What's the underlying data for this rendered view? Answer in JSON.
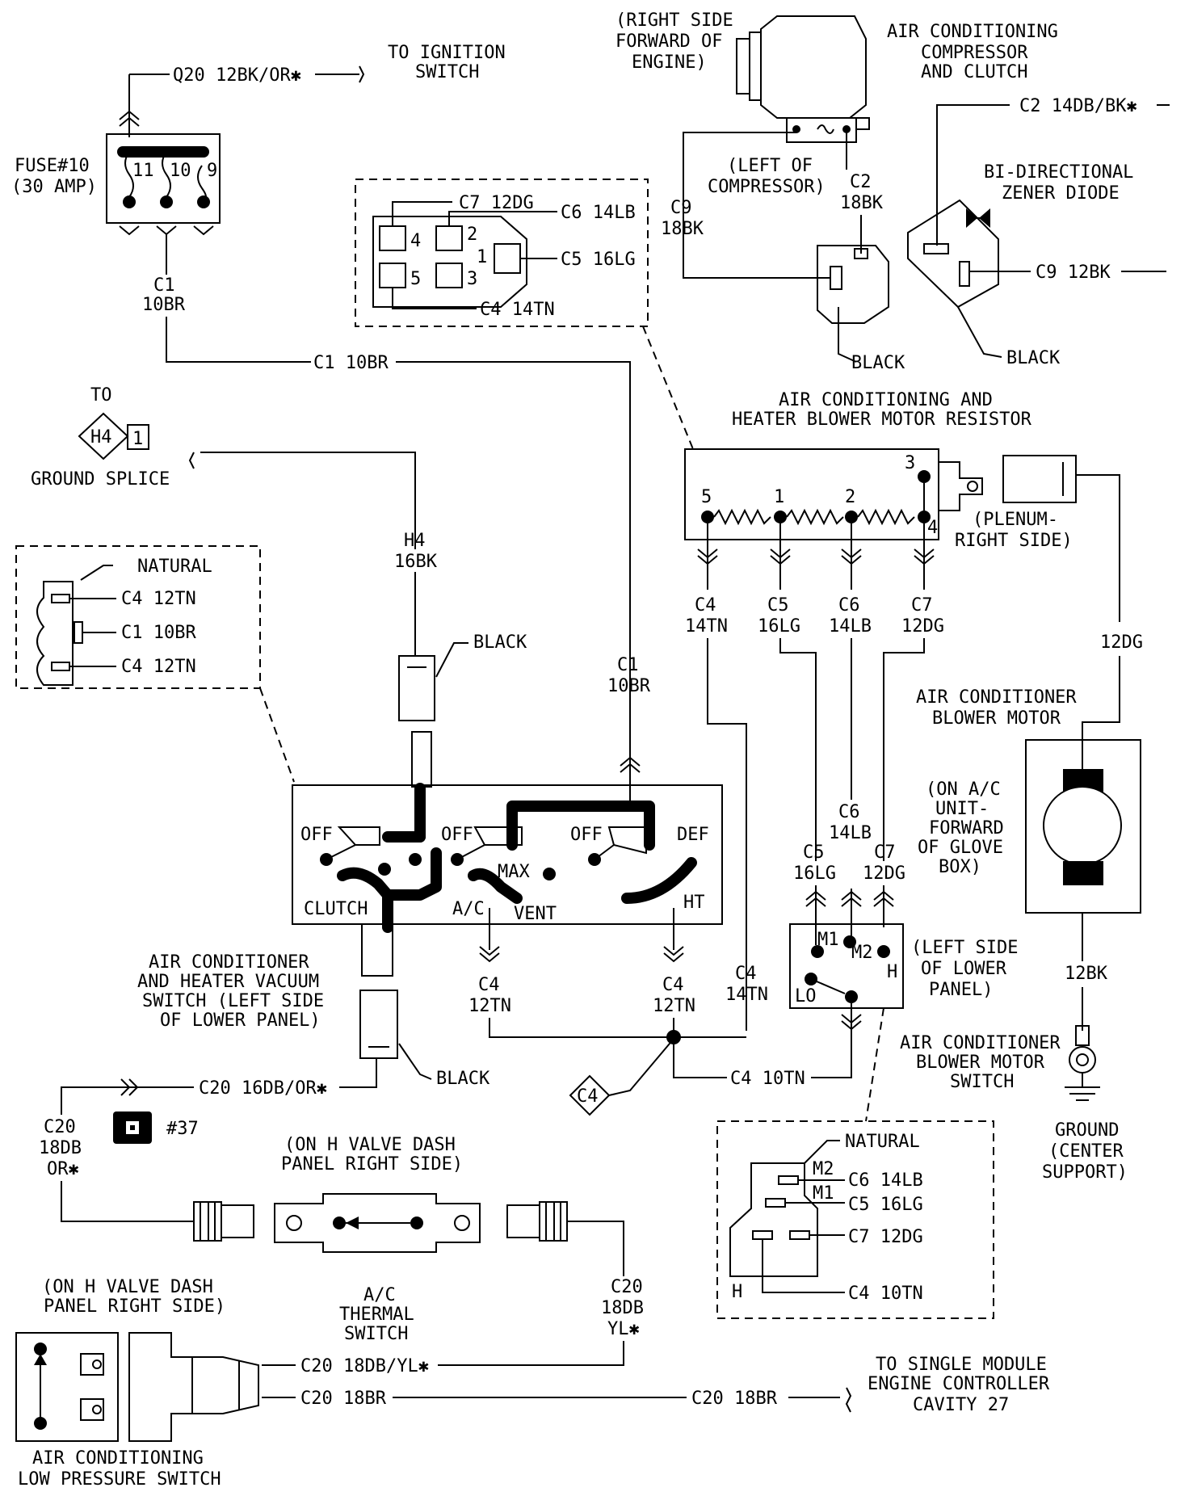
{
  "labels": {
    "to_ignition_1": "TO IGNITION",
    "to_ignition_2": "SWITCH",
    "q20_wire": "Q20 12BK/OR✱",
    "fuse_1": "FUSE#10",
    "fuse_2": "(30 AMP)",
    "fuse_pin_11": "11",
    "fuse_pin_10": "10",
    "fuse_pin_9": "9",
    "c1_a": "C1",
    "c1_b": "10BR",
    "c1_run": "C1  10BR",
    "right_side_1": "(RIGHT SIDE",
    "right_side_2": "FORWARD OF",
    "right_side_3": "ENGINE)",
    "ac_comp_1": "AIR CONDITIONING",
    "ac_comp_2": "COMPRESSOR",
    "ac_comp_3": "AND CLUTCH",
    "c2_top": "C2  14DB/BK✱",
    "left_of_1": "(LEFT OF",
    "left_of_2": "COMPRESSOR)",
    "c2_a": "C2",
    "c2_b": "18BK",
    "c9_a": "C9",
    "c9_b": "18BK",
    "zener_1": "BI-DIRECTIONAL",
    "zener_2": "ZENER DIODE",
    "c9_right": "C9  12BK",
    "black_1": "BLACK",
    "black_2": "BLACK",
    "conn_c7": "C7  12DG",
    "conn_c6": "C6  14LB",
    "conn_c5": "C5  16LG",
    "conn_c4": "C4  14TN",
    "conn_p4": "4",
    "conn_p2": "2",
    "conn_p1": "1",
    "conn_p5": "5",
    "conn_p3": "3",
    "to": "TO",
    "h4_tag": "H4",
    "h4_pin": "1",
    "ground_splice": "GROUND SPLICE",
    "h4_a": "H4",
    "h4_b": "16BK",
    "black_3": "BLACK",
    "natural_1": "NATURAL",
    "nat_c4a": "C4  12TN",
    "nat_c1": "C1  10BR",
    "nat_c4b": "C4  12TN",
    "c1_c": "C1",
    "c1_d": "10BR",
    "resistor_1": "AIR CONDITIONING AND",
    "resistor_2": "HEATER BLOWER MOTOR RESISTOR",
    "res_p3": "3",
    "res_p5": "5",
    "res_p1": "1",
    "res_p2": "2",
    "res_p4": "4",
    "plenum_1": "(PLENUM-",
    "plenum_2": "RIGHT SIDE)",
    "r_c4a": "C4",
    "r_c4b": "14TN",
    "r_c5a": "C5",
    "r_c5b": "16LG",
    "r_c6a": "C6",
    "r_c6b": "14LB",
    "r_c7a": "C7",
    "r_c7b": "12DG",
    "dg12": "12DG",
    "blower_1": "AIR CONDITIONER",
    "blower_2": "BLOWER MOTOR",
    "on_ac_1": "(ON A/C",
    "on_ac_2": "UNIT-",
    "on_ac_3": "FORWARD",
    "on_ac_4": "OF GLOVE",
    "on_ac_5": "BOX)",
    "sw_off_1": "OFF",
    "sw_off_2": "OFF",
    "sw_off_3": "OFF",
    "sw_def": "DEF",
    "sw_max": "MAX",
    "sw_clutch": "CLUTCH",
    "sw_ac": "A/C",
    "sw_vent": "VENT",
    "sw_ht": "HT",
    "m_c6a": "C6",
    "m_c6b": "14LB",
    "m_c5a": "C5",
    "m_c5b": "16LG",
    "m_c7a": "C7",
    "m_c7b": "12DG",
    "m1": "M1",
    "m2": "M2",
    "h_pos": "H",
    "lo": "LO",
    "left_lower_1": "(LEFT SIDE",
    "left_lower_2": "OF LOWER",
    "left_lower_3": "PANEL)",
    "bk12": "12BK",
    "vac_1": "AIR CONDITIONER",
    "vac_2": "AND HEATER VACUUM",
    "vac_3": "SWITCH (LEFT SIDE",
    "vac_4": "OF LOWER PANEL)",
    "s_c4a": "C4",
    "s_c4b": "12TN",
    "s_c4c": "C4",
    "s_c4d": "12TN",
    "s_c4e": "C4",
    "s_c4f": "14TN",
    "bms_1": "AIR CONDITIONER",
    "bms_2": "BLOWER MOTOR",
    "bms_3": "SWITCH",
    "black_4": "BLACK",
    "c20_run": "C20  16DB/OR✱",
    "c4_splice": "C4",
    "c4_10tn": "C4  10TN",
    "c20_a": "C20",
    "c20_b": "18DB",
    "c20_c": "OR✱",
    "ref37": "#37",
    "on_hvalve_1": "(ON H VALVE DASH",
    "on_hvalve_2": "PANEL RIGHT SIDE)",
    "natural_2": "NATURAL",
    "b_m2": "M2",
    "b_c6": "C6  14LB",
    "b_m1": "M1",
    "b_c5": "C5  16LG",
    "b_c7": "C7  12DG",
    "b_h": "H",
    "b_c4": "C4  10TN",
    "ground_1": "GROUND",
    "ground_2": "(CENTER",
    "ground_3": "SUPPORT)",
    "thermal_1": "A/C",
    "thermal_2": "THERMAL",
    "thermal_3": "SWITCH",
    "c20_d": "C20",
    "c20_e": "18DB",
    "c20_f": "YL✱",
    "on_hvalve_3": "(ON H VALVE DASH",
    "on_hvalve_4": "PANEL RIGHT SIDE)",
    "c20_yl": "C20  18DB/YL✱",
    "c20_br": "C20  18BR",
    "c20_br2": "C20  18BR",
    "to_smec_1": "TO SINGLE MODULE",
    "to_smec_2": "ENGINE CONTROLLER",
    "to_smec_3": "CAVITY 27",
    "lp_1": "AIR CONDITIONING",
    "lp_2": "LOW PRESSURE SWITCH"
  }
}
